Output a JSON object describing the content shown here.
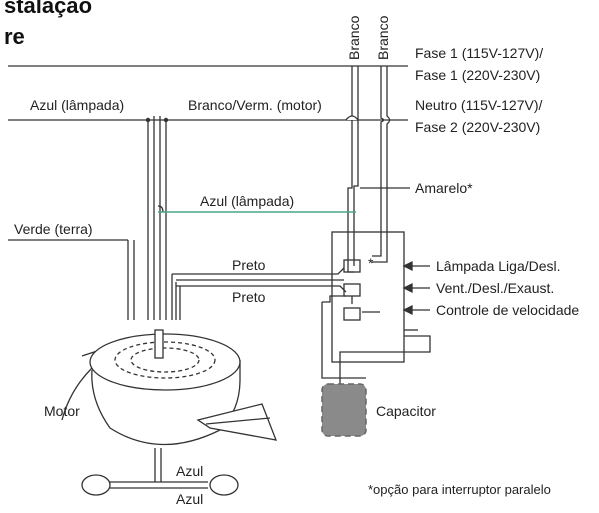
{
  "title": {
    "line1": "stalação",
    "line2": "re"
  },
  "labels": {
    "branco_1": "Branco",
    "branco_2": "Branco",
    "fase_line1": "Fase 1 (115V-127V)/",
    "fase_line2": "Fase 1 (220V-230V)",
    "neutro_line1": "Neutro (115V-127V)/",
    "neutro_line2": "Fase 2 (220V-230V)",
    "azul_lampada_top": "Azul (lâmpada)",
    "branco_verm_motor": "Branco/Verm. (motor)",
    "amarelo": "Amarelo*",
    "azul_lampada_mid": "Azul (lâmpada)",
    "verde_terra": "Verde (terra)",
    "preto_1": "Preto",
    "preto_2": "Preto",
    "lampada_liga_desl": "Lâmpada Liga/Desl.",
    "vent_desl_exaust": "Vent./Desl./Exaust.",
    "controle_velocidade": "Controle de velocidade",
    "asterisk_mark": "*",
    "motor": "Motor",
    "capacitor": "Capacitor",
    "azul_top": "Azul",
    "azul_bottom": "Azul",
    "footnote": "*opção para interruptor paralelo"
  },
  "colors": {
    "wire": "#333333",
    "azul_wire": "#4aa58a",
    "capacitor_fill": "#8a8a8a"
  }
}
